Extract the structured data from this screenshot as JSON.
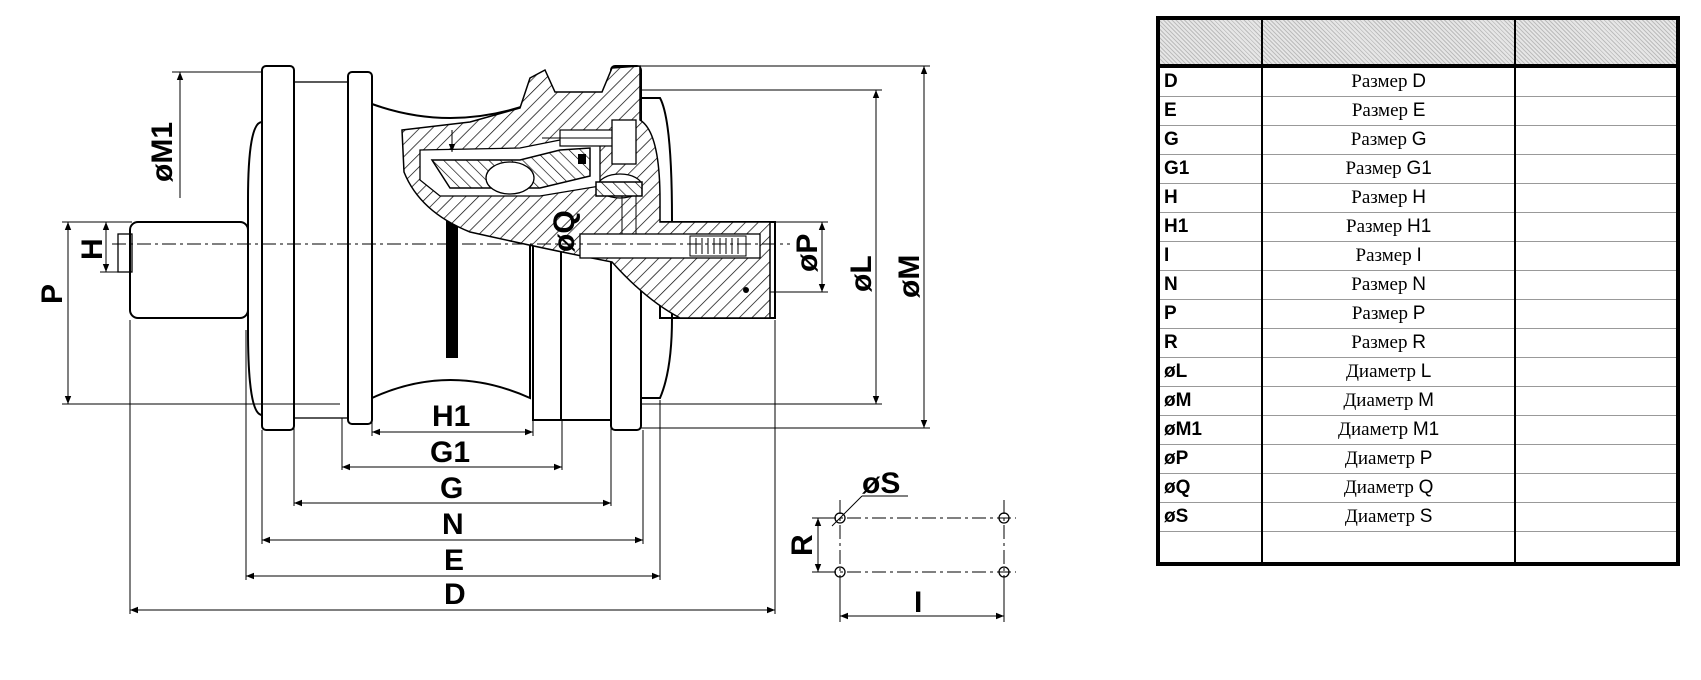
{
  "drawing": {
    "labels": {
      "M1": "øM1",
      "H": "H",
      "P": "P",
      "Q": "øQ",
      "Pdia": "øP",
      "L": "øL",
      "M": "øM",
      "H1": "H1",
      "G1": "G1",
      "G": "G",
      "N": "N",
      "E": "E",
      "D": "D",
      "S": "øS",
      "R": "R",
      "I": "I"
    }
  },
  "table": {
    "rows": [
      {
        "code": "D",
        "word": "Размер",
        "letter": "D"
      },
      {
        "code": "E",
        "word": "Размер",
        "letter": "E"
      },
      {
        "code": "G",
        "word": "Размер",
        "letter": "G"
      },
      {
        "code": "G1",
        "word": "Размер",
        "letter": "G1"
      },
      {
        "code": "H",
        "word": "Размер",
        "letter": "H"
      },
      {
        "code": "H1",
        "word": "Размер",
        "letter": "H1"
      },
      {
        "code": "I",
        "word": "Размер",
        "letter": "I"
      },
      {
        "code": "N",
        "word": "Размер",
        "letter": "N"
      },
      {
        "code": "P",
        "word": "Размер",
        "letter": "P"
      },
      {
        "code": "R",
        "word": "Размер",
        "letter": "R"
      },
      {
        "code": "øL",
        "word": "Диаметр",
        "letter": "L"
      },
      {
        "code": "øM",
        "word": "Диаметр",
        "letter": "M"
      },
      {
        "code": "øM1",
        "word": "Диаметр",
        "letter": "M1"
      },
      {
        "code": "øP",
        "word": "Диаметр",
        "letter": "P"
      },
      {
        "code": "øQ",
        "word": "Диаметр",
        "letter": "Q"
      },
      {
        "code": "øS",
        "word": "Диаметр",
        "letter": "S"
      }
    ]
  }
}
